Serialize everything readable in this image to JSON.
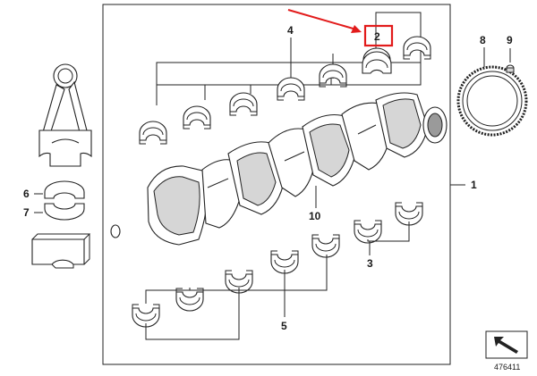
{
  "diagram": {
    "callouts": {
      "c1": "1",
      "c2": "2",
      "c3": "3",
      "c4": "4",
      "c5": "5",
      "c6": "6",
      "c7": "7",
      "c8": "8",
      "c9": "9",
      "c10": "10"
    },
    "doc_number": "476411",
    "colors": {
      "highlight": "#e21b1b",
      "line": "#222222",
      "part_fill": "#ffffff",
      "shade": "#d6d6d6"
    },
    "icons": [
      "arrow-pointer-icon",
      "catalog-arrow-icon"
    ]
  }
}
